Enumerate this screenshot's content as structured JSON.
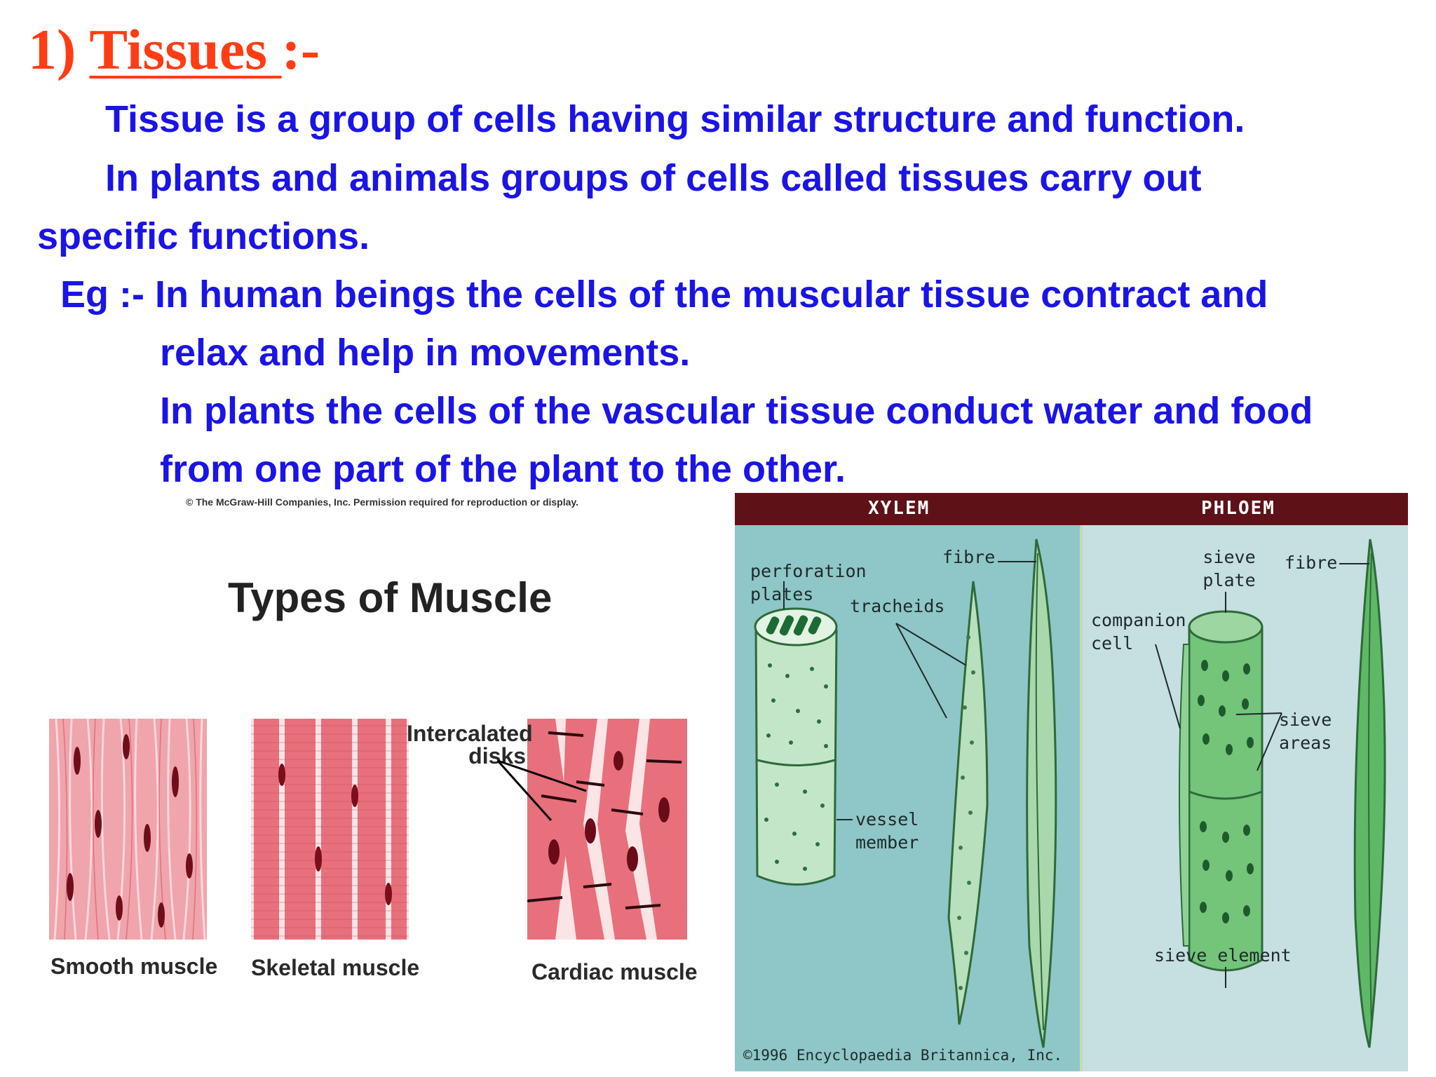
{
  "heading": {
    "number": "1)",
    "title": "Tissues ",
    "suffix": ":-"
  },
  "paragraphs": [
    "Tissue is a group of cells having similar structure and function.",
    "In plants and animals groups of cells called tissues carry out",
    "specific functions.",
    "Eg :- In human beings the cells of the muscular tissue contract and",
    "relax and help in movements.",
    "In plants the cells of the vascular tissue conduct water and food",
    "from one part of the plant to the other."
  ],
  "muscle_figure": {
    "copyright": "© The McGraw-Hill Companies, Inc. Permission required for reproduction or display.",
    "title": "Types of Muscle",
    "labels": {
      "smooth": "Smooth muscle",
      "skeletal": "Skeletal muscle",
      "cardiac": "Cardiac muscle"
    },
    "callout": "Intercalated disks"
  },
  "vascular_figure": {
    "xylem_header": "XYLEM",
    "phloem_header": "PHLOEM",
    "xylem_labels": {
      "perforation_plates": "perforation plates",
      "fibre": "fibre",
      "tracheids": "tracheids",
      "vessel_member": "vessel member"
    },
    "phloem_labels": {
      "sieve_plate": "sieve plate",
      "fibre": "fibre",
      "companion_cell": "companion cell",
      "sieve_areas": "sieve areas",
      "sieve_element": "sieve element"
    },
    "credit": "©1996 Encyclopaedia Britannica, Inc."
  },
  "colors": {
    "heading": "#ff3c14",
    "body_text": "#1a14e6",
    "xylem_bg": "#8fc6c8",
    "phloem_bg": "#c6dfe0",
    "header_bar": "#5e1218",
    "muscle": "#e8707c"
  }
}
